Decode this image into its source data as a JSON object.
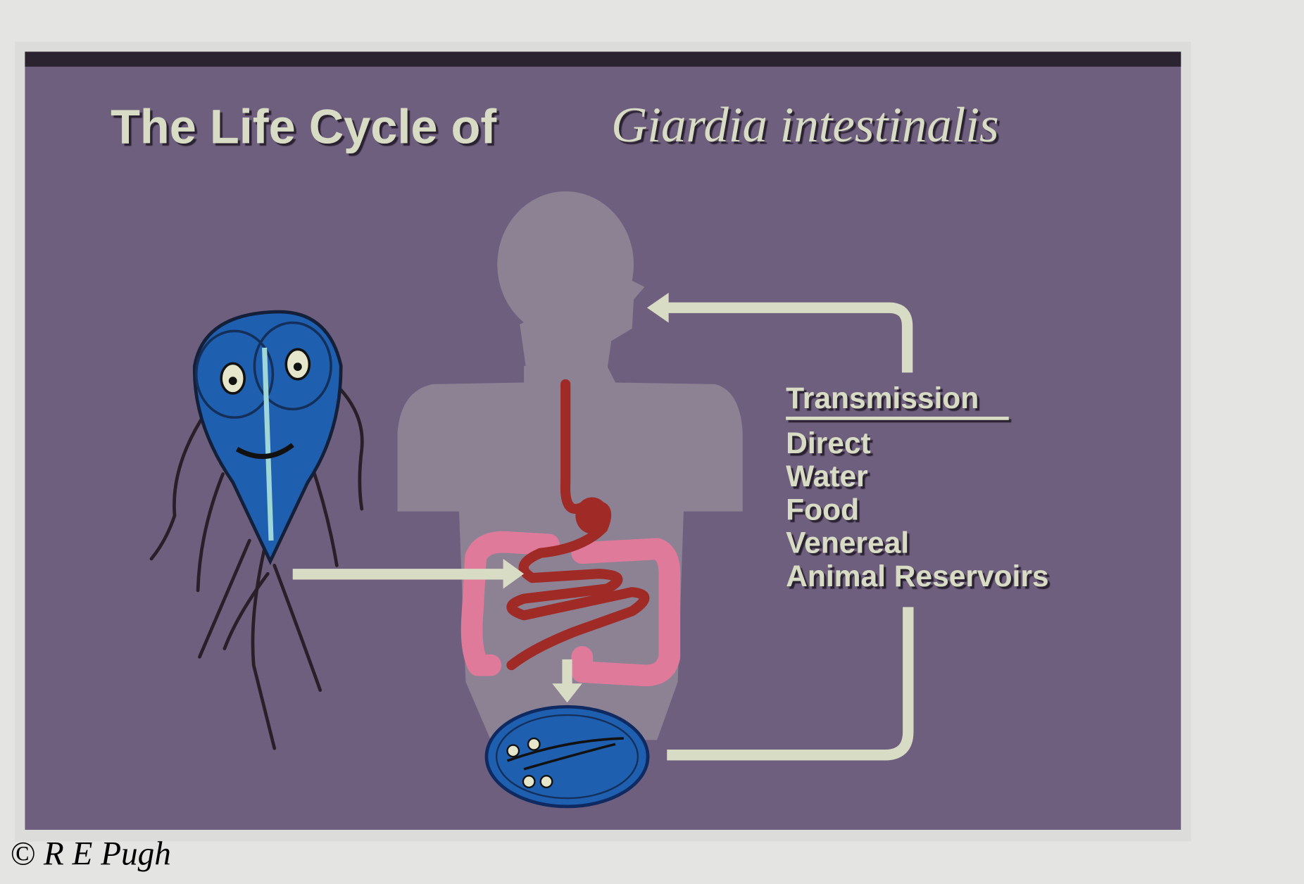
{
  "slide": {
    "title_prefix": "The Life Cycle of",
    "title_species": "Giardia intestinalis",
    "transmission": {
      "heading": "Transmission",
      "items": [
        "Direct",
        "Water",
        "Food",
        "Venereal",
        "Animal Reservoirs"
      ]
    }
  },
  "copyright": "© R E Pugh",
  "colors": {
    "background": "#6f5f7e",
    "frame": "#e4e4e2",
    "text": "#d9dcc4",
    "silhouette": "#8d8294",
    "organism_blue": "#1f5fb0",
    "intestine_pink": "#e07a9a",
    "gut_red": "#a02a25"
  }
}
